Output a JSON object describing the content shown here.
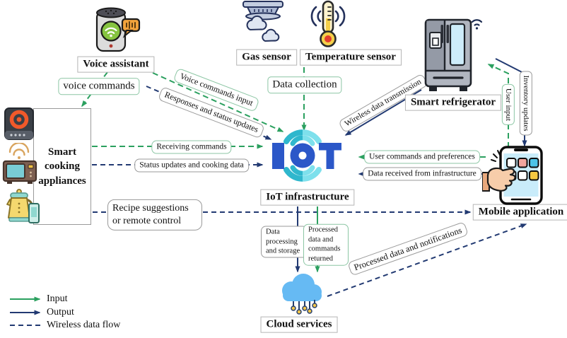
{
  "nodes": {
    "voice_assistant": "Voice assistant",
    "gas_sensor": "Gas sensor",
    "temperature_sensor": "Temperature sensor",
    "smart_refrigerator": "Smart refrigerator",
    "smart_cooking_appliances": "Smart cooking appliances",
    "iot_infrastructure": "IoT infrastructure",
    "mobile_application": "Mobile application",
    "cloud_services": "Cloud services"
  },
  "flows": {
    "voice_commands": "voice commands",
    "voice_commands_input": "Voice commands input",
    "responses_status_updates": "Responses and status updates",
    "data_collection": "Data collection",
    "wireless_data_transmission": "Wireless data transmission",
    "receiving_commands": "Receiving commands",
    "status_updates_cooking_data": "Status updates and cooking data",
    "user_commands_preferences": "User commands and preferences",
    "data_received_infrastructure": "Data received from infrastructure",
    "user_input": "User input",
    "inventory_updates": "Inventory updates",
    "recipe_suggestions": "Recipe suggestions or remote control",
    "data_processing_storage": "Data processing and storage",
    "processed_data_commands": "Processed data and commands returned",
    "processed_data_notifications": "Processed data and notifications"
  },
  "legend": {
    "input": "Input",
    "output": "Output",
    "wireless": "Wireless data flow"
  },
  "icons": {
    "voice_assistant": "smart-speaker-icon",
    "gas_sensor": "smoke-detector-icon",
    "temperature_sensor": "thermometer-icon",
    "smart_refrigerator": "refrigerator-icon",
    "iot": "iot-logo",
    "mobile_application": "smartphone-hand-icon",
    "cloud_services": "cloud-circuit-icon",
    "appliances": [
      "induction-cooktop-icon",
      "microwave-icon",
      "kettle-icon"
    ]
  },
  "colors": {
    "input_green": "#2ba05f",
    "output_navy": "#223a72",
    "iot_blue": "#2b57c8",
    "iot_teal_dark": "#2fb7cd",
    "iot_teal_light": "#7ee0ec",
    "cloud_blue": "#66baf3"
  }
}
